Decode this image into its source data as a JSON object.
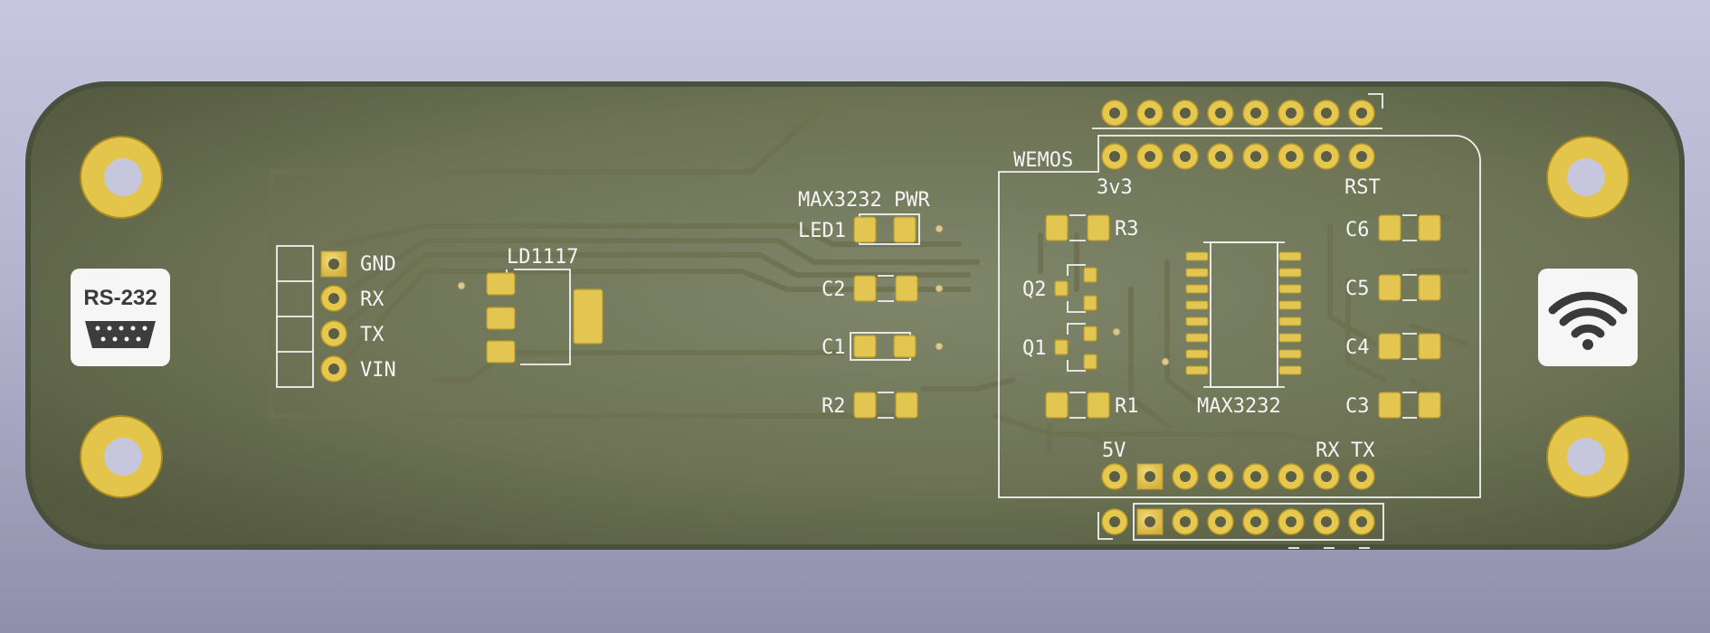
{
  "board": {
    "logo_left": "RS-232",
    "logo_right_icon": "wifi-icon",
    "connector_labels": [
      "GND",
      "RX",
      "TX",
      "VIN"
    ],
    "regulator_label": "LD1117",
    "max_pwr_label": "MAX3232 PWR",
    "led_label": "LED1",
    "caps_left": [
      "C2",
      "C1"
    ],
    "res_left": "R2",
    "wemos_label": "WEMOS",
    "v33_label": "3v3",
    "rst_label": "RST",
    "r3_label": "R3",
    "q2_label": "Q2",
    "q1_label": "Q1",
    "r1_label": "R1",
    "ic_label": "MAX3232",
    "caps_right": [
      "C6",
      "C5",
      "C4",
      "C3"
    ],
    "v5_label": "5V",
    "rx_label": "RX",
    "tx_label": "TX"
  },
  "colors": {
    "board": "#6f7556",
    "copper": "#e3c552",
    "silkscreen": "#f4f4f4",
    "background_top": "#c6c6df",
    "background_bottom": "#8f8fab"
  }
}
